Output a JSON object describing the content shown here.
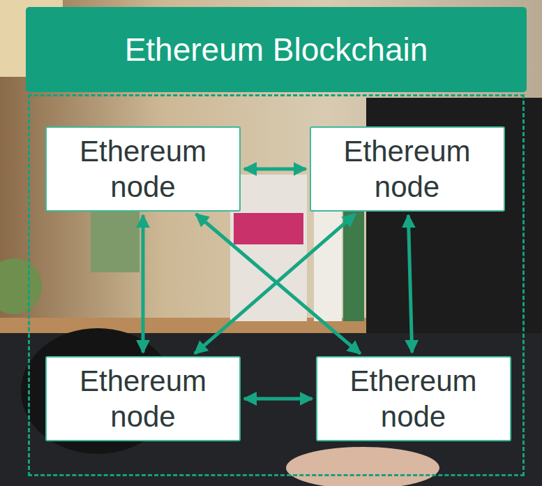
{
  "diagram": {
    "nodes": [
      {
        "text": [
          "Ethereum Blockchain"
        ]
      },
      {
        "text": [
          "Ethereum node"
        ],
        "in": 0
      },
      {
        "text": [
          "Ethereum node"
        ],
        "in": 0
      },
      {
        "text": [
          "Ethereum node"
        ],
        "in": 0
      },
      {
        "text": [
          "Ethereum node"
        ],
        "in": 0
      }
    ],
    "edges": [
      {
        "from": 1,
        "to": 2,
        "arrow": "both"
      },
      {
        "from": 1,
        "to": 3,
        "arrow": "both"
      },
      {
        "from": 2,
        "to": 4,
        "arrow": "both"
      },
      {
        "from": 3,
        "to": 4,
        "arrow": "both"
      },
      {
        "from": 1,
        "to": 4,
        "arrow": "both"
      },
      {
        "from": 2,
        "to": 3,
        "arrow": "both"
      }
    ]
  }
}
